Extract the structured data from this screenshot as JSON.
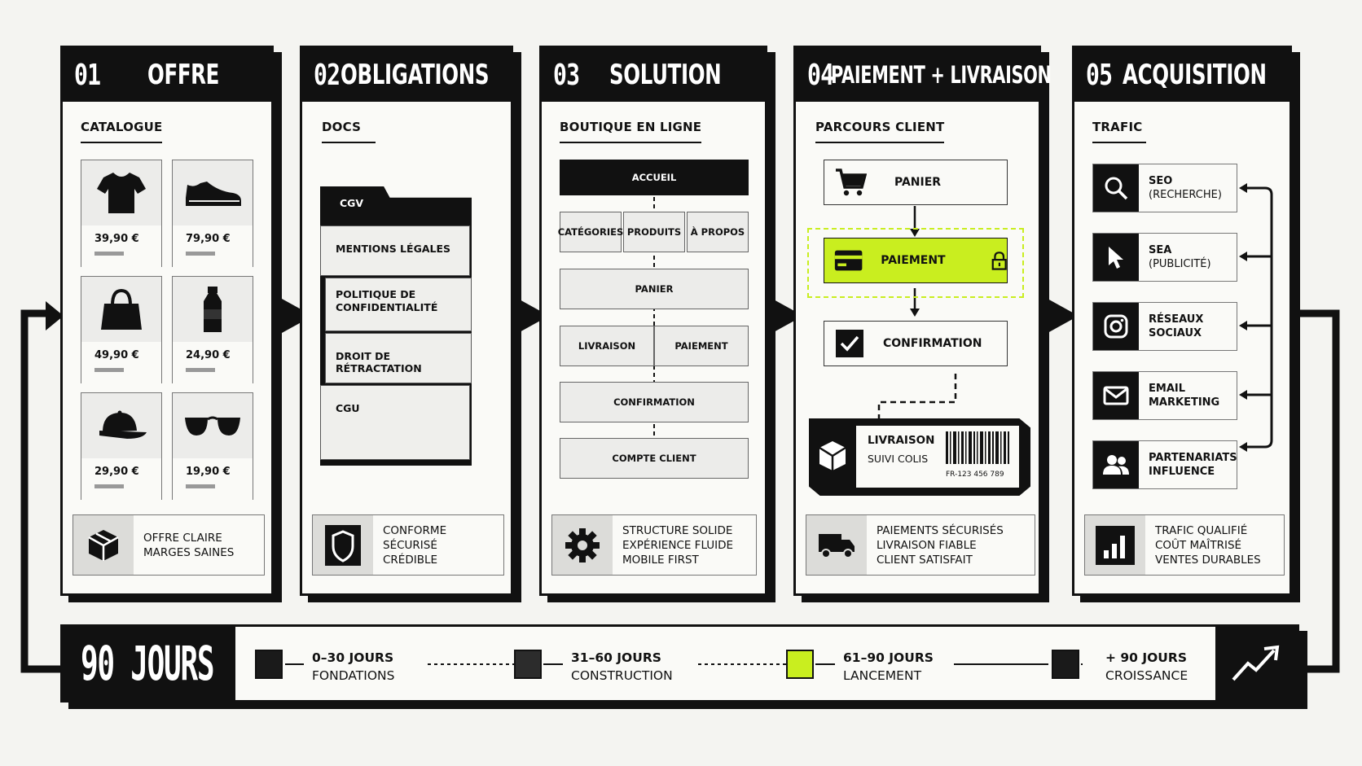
{
  "colors": {
    "accent": "#c9ee1f",
    "ink": "#111111",
    "paper": "#fafaf7"
  },
  "columns": [
    {
      "num": "01",
      "title": "OFFRE",
      "section": "CATALOGUE"
    },
    {
      "num": "02",
      "title": "OBLIGATIONS",
      "section": "DOCS"
    },
    {
      "num": "03",
      "title": "SOLUTION",
      "section": "BOUTIQUE EN LIGNE"
    },
    {
      "num": "04",
      "title": "PAIEMENT + LIVRAISON",
      "section": "PARCOURS CLIENT"
    },
    {
      "num": "05",
      "title": "ACQUISITION",
      "section": "TRAFIC"
    }
  ],
  "catalogue": [
    {
      "icon": "tshirt-icon",
      "price": "39,90 €"
    },
    {
      "icon": "sneaker-icon",
      "price": "79,90 €"
    },
    {
      "icon": "handbag-icon",
      "price": "49,90 €"
    },
    {
      "icon": "bottle-icon",
      "price": "24,90 €"
    },
    {
      "icon": "cap-icon",
      "price": "29,90 €"
    },
    {
      "icon": "sunglasses-icon",
      "price": "19,90 €"
    }
  ],
  "summary1": {
    "icon": "package-icon",
    "lines": [
      "OFFRE CLAIRE",
      "MARGES SAINES"
    ]
  },
  "docs": {
    "folder": "CGV",
    "items": [
      "MENTIONS LÉGALES",
      "POLITIQUE DE",
      "CONFIDENTIALITÉ",
      "DROIT DE RÉTRACTATION",
      "CGU"
    ]
  },
  "summary2": {
    "icon": "shield-icon",
    "lines": [
      "CONFORME",
      "SÉCURISÉ",
      "CRÉDIBLE"
    ]
  },
  "site": {
    "home": "ACCUEIL",
    "nav": [
      "CATÉGORIES",
      "PRODUITS",
      "À PROPOS"
    ],
    "cart": "PANIER",
    "split": [
      "LIVRAISON",
      "PAIEMENT"
    ],
    "confirm": "CONFIRMATION",
    "account": "COMPTE CLIENT"
  },
  "summary3": {
    "icon": "gear-icon",
    "lines": [
      "STRUCTURE SOLIDE",
      "EXPÉRIENCE FLUIDE",
      "MOBILE FIRST"
    ]
  },
  "journey": {
    "cart": "PANIER",
    "payment": "PAIEMENT",
    "confirm": "CONFIRMATION",
    "delivery_title": "LIVRAISON",
    "delivery_sub": "SUIVI COLIS",
    "tracking": "FR-123 456 789"
  },
  "summary4": {
    "icon": "truck-icon",
    "lines": [
      "PAIEMENTS SÉCURISÉS",
      "LIVRAISON FIABLE",
      "CLIENT SATISFAIT"
    ]
  },
  "traffic": [
    {
      "icon": "search-icon",
      "line1": "SEO",
      "line2": "(RECHERCHE)"
    },
    {
      "icon": "cursor-icon",
      "line1": "SEA",
      "line2": "(PUBLICITÉ)"
    },
    {
      "icon": "instagram-icon",
      "line1": "RÉSEAUX",
      "line2": "SOCIAUX"
    },
    {
      "icon": "mail-icon",
      "line1": "EMAIL",
      "line2": "MARKETING"
    },
    {
      "icon": "people-icon",
      "line1": "PARTENARIATS",
      "line2": "INFLUENCE"
    }
  ],
  "summary5": {
    "icon": "bar-chart-icon",
    "lines": [
      "TRAFIC QUALIFIÉ",
      "COÛT MAÎTRISÉ",
      "VENTES DURABLES"
    ]
  },
  "timeline": {
    "title": "90 JOURS",
    "phases": [
      {
        "range": "0–30 JOURS",
        "label": "FONDATIONS",
        "color": "#1a1a1a"
      },
      {
        "range": "31–60 JOURS",
        "label": "CONSTRUCTION",
        "color": "#2c2c2c"
      },
      {
        "range": "61–90 JOURS",
        "label": "LANCEMENT",
        "color": "#c9ee1f"
      },
      {
        "range": "+ 90 JOURS",
        "label": "CROISSANCE",
        "color": "#1a1a1a"
      }
    ],
    "end_icon": "trend-up-icon"
  }
}
